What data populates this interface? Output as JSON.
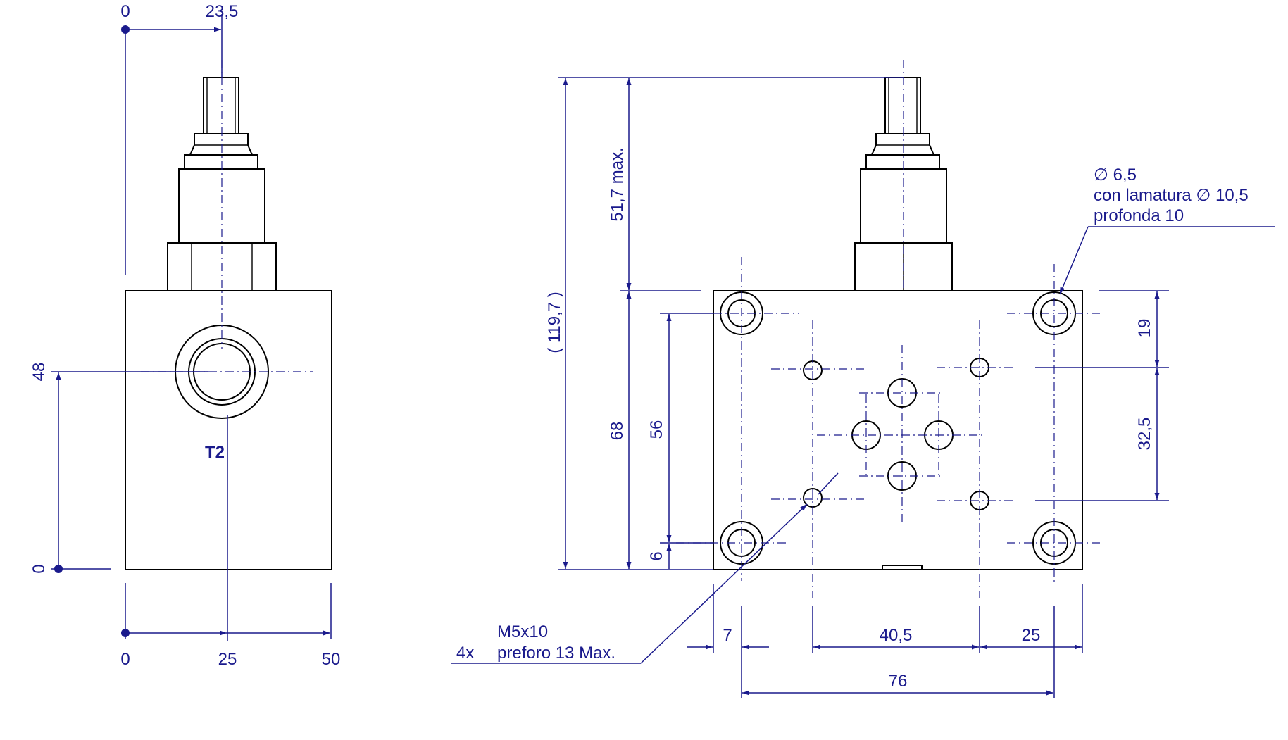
{
  "colors": {
    "line": "#000000",
    "dimension": "#1a1a8c",
    "background": "#ffffff"
  },
  "side_view": {
    "x_top_zero": "0",
    "x_top_stem": "23,5",
    "y_port": "48",
    "y_zero": "0",
    "port_label": "T2",
    "x_bottom_zero": "0",
    "x_bottom_mid": "25",
    "x_bottom_full": "50"
  },
  "front_view": {
    "total_height": "( 119,7 )",
    "adjuster_height": "51,7  max.",
    "body_height": "68",
    "bolt_spacing_v": "56",
    "bolt_offset_v": "6",
    "top_offset": "19",
    "port_spacing_v": "32,5",
    "left_offset": "7",
    "port_spacing_h": "40,5",
    "right_offset": "25",
    "bolt_spacing_h": "76",
    "hole_note_line1": "∅ 6,5",
    "hole_note_line2": "con lamatura ∅ 10,5",
    "hole_note_line3": "profonda 10",
    "thread_count": "4x",
    "thread_note_line1": "M5x10",
    "thread_note_line2": "preforo 13 Max."
  }
}
